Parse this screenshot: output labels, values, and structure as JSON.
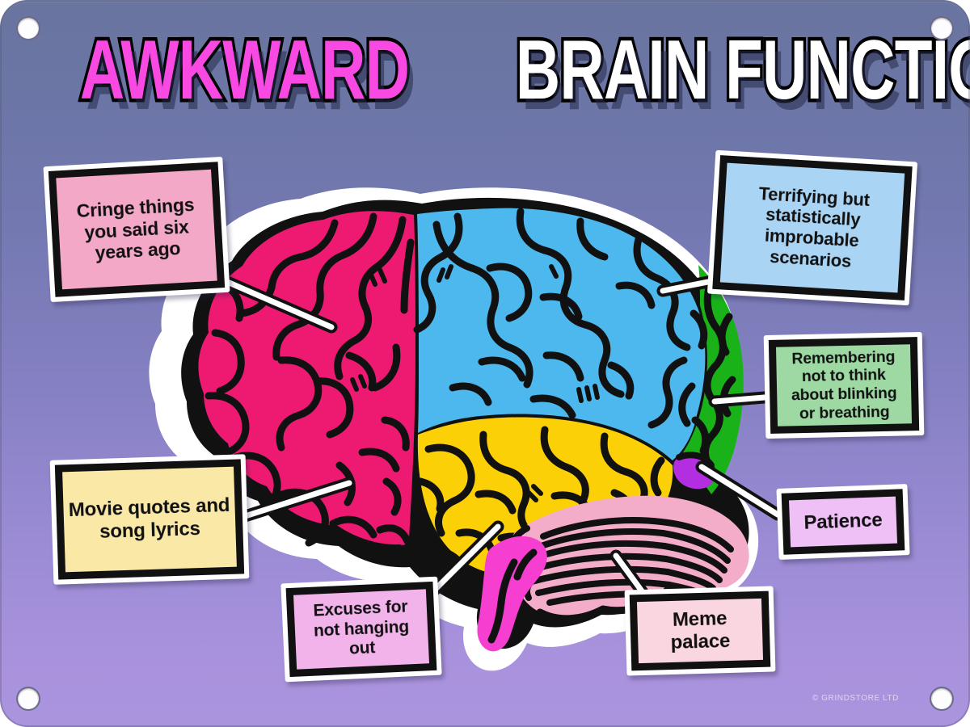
{
  "sign": {
    "title": {
      "word1": "AWKWARD",
      "word2": "BRAIN FUNCTION"
    },
    "copyright": "© GRINDSTORE LTD",
    "colors": {
      "bg_top": "#69749f",
      "bg_bottom": "#ab94de",
      "title_pink": "#f84ae2",
      "title_white": "#ffffff",
      "title_outline": "#000000"
    },
    "screws": [
      "top-left",
      "top-right",
      "bottom-left",
      "bottom-right"
    ]
  },
  "brain": {
    "regions": [
      {
        "name": "frontal-lobe",
        "color": "#ee1a72"
      },
      {
        "name": "parietal-lobe",
        "color": "#4cb8ee"
      },
      {
        "name": "temporal-lobe",
        "color": "#fbd006"
      },
      {
        "name": "occipital-lobe",
        "color": "#19b319"
      },
      {
        "name": "occipital-notch",
        "color": "#b22ee0"
      },
      {
        "name": "cerebellum",
        "color": "#f4adc9"
      },
      {
        "name": "brainstem",
        "color": "#f63fd0"
      }
    ],
    "outline_color": "#111111",
    "sticker_color": "#ffffff"
  },
  "callouts": [
    {
      "id": "cringe",
      "text": "Cringe things you said six years ago",
      "color": "#f4a8c8",
      "region": "frontal-lobe"
    },
    {
      "id": "terrifying",
      "text": "Terrifying but statistically improbable scenarios",
      "color": "#a9d4f4",
      "region": "parietal-lobe"
    },
    {
      "id": "blinking",
      "text": "Remembering not to think about blinking or breathing",
      "color": "#9ed9a3",
      "region": "occipital-lobe"
    },
    {
      "id": "patience",
      "text": "Patience",
      "color": "#eec0f6",
      "region": "occipital-notch"
    },
    {
      "id": "movie",
      "text": "Movie quotes and song lyrics",
      "color": "#fae8a6",
      "region": "temporal-lobe"
    },
    {
      "id": "excuses",
      "text": "Excuses for not hanging out",
      "color": "#f2b3ea",
      "region": "brainstem"
    },
    {
      "id": "meme",
      "text": "Meme palace",
      "color": "#f9d6e0",
      "region": "cerebellum"
    }
  ],
  "callout_lines": [
    {
      "id": "cringe",
      "label": "Cringe things you said six years ago"
    },
    {
      "id": "terrifying",
      "label": "Terrifying but statistically improbable scenarios"
    },
    {
      "id": "blinking",
      "label": "Remembering not to think about blinking or breathing"
    },
    {
      "id": "patience",
      "label": "Patience"
    },
    {
      "id": "movie",
      "label": "Movie quotes and song lyrics"
    },
    {
      "id": "excuses",
      "label": "Excuses for not hanging out"
    },
    {
      "id": "meme",
      "label": "Meme palace"
    }
  ]
}
